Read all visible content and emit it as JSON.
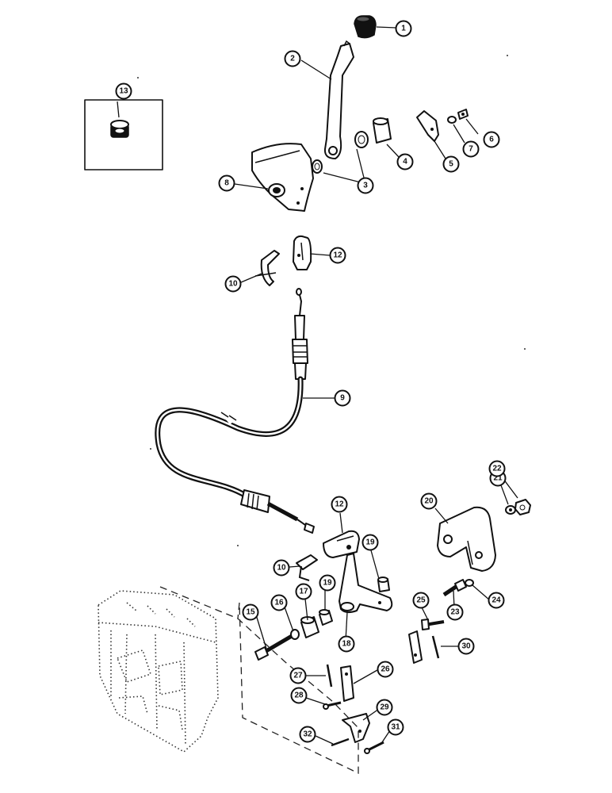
{
  "callouts": [
    {
      "id": "c1",
      "label": "1"
    },
    {
      "id": "c2",
      "label": "2"
    },
    {
      "id": "c3",
      "label": "3"
    },
    {
      "id": "c4",
      "label": "4"
    },
    {
      "id": "c5",
      "label": "5"
    },
    {
      "id": "c6",
      "label": "6"
    },
    {
      "id": "c7",
      "label": "7"
    },
    {
      "id": "c8",
      "label": "8"
    },
    {
      "id": "c9",
      "label": "9"
    },
    {
      "id": "c10a",
      "label": "10"
    },
    {
      "id": "c10b",
      "label": "10"
    },
    {
      "id": "c12a",
      "label": "12"
    },
    {
      "id": "c12b",
      "label": "12"
    },
    {
      "id": "c13",
      "label": "13"
    },
    {
      "id": "c15",
      "label": "15"
    },
    {
      "id": "c16",
      "label": "16"
    },
    {
      "id": "c17",
      "label": "17"
    },
    {
      "id": "c18",
      "label": "18"
    },
    {
      "id": "c19a",
      "label": "19"
    },
    {
      "id": "c19b",
      "label": "19"
    },
    {
      "id": "c20",
      "label": "20"
    },
    {
      "id": "c21",
      "label": "21"
    },
    {
      "id": "c22",
      "label": "22"
    },
    {
      "id": "c23",
      "label": "23"
    },
    {
      "id": "c24",
      "label": "24"
    },
    {
      "id": "c25",
      "label": "25"
    },
    {
      "id": "c26",
      "label": "26"
    },
    {
      "id": "c27",
      "label": "27"
    },
    {
      "id": "c28",
      "label": "28"
    },
    {
      "id": "c29",
      "label": "29"
    },
    {
      "id": "c30",
      "label": "30"
    },
    {
      "id": "c31",
      "label": "31"
    },
    {
      "id": "c32",
      "label": "32"
    }
  ]
}
